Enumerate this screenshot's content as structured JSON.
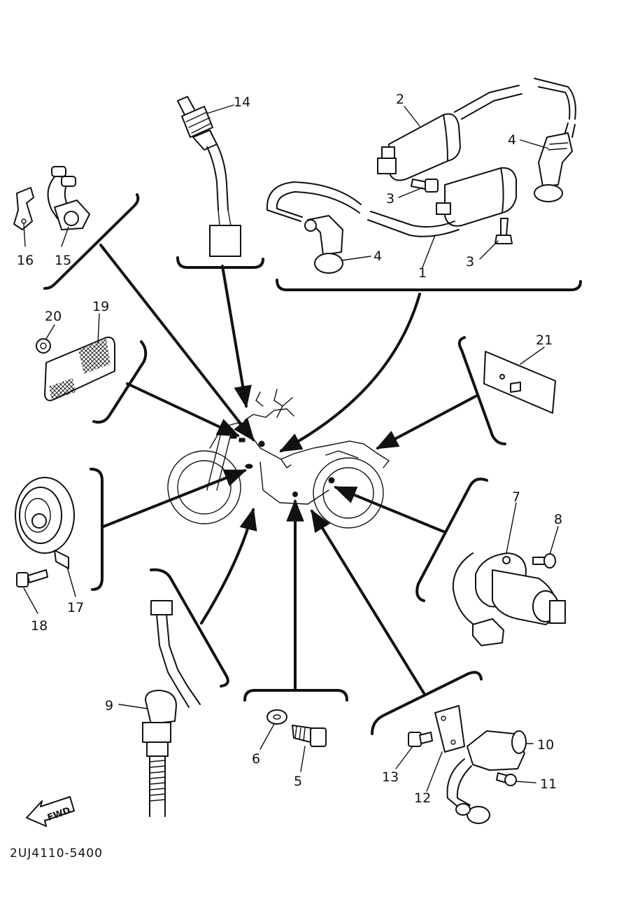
{
  "diagram_code": "2UJ4110-5400",
  "fwd_label": "FWD",
  "callouts": {
    "p1": "1",
    "p2": "2",
    "p3a": "3",
    "p3b": "3",
    "p4a": "4",
    "p4b": "4",
    "p5": "5",
    "p6": "6",
    "p7": "7",
    "p8": "8",
    "p9": "9",
    "p10": "10",
    "p11": "11",
    "p12": "12",
    "p13": "13",
    "p14": "14",
    "p15": "15",
    "p16": "16",
    "p17": "17",
    "p18": "18",
    "p19": "19",
    "p20": "20",
    "p21": "21"
  }
}
